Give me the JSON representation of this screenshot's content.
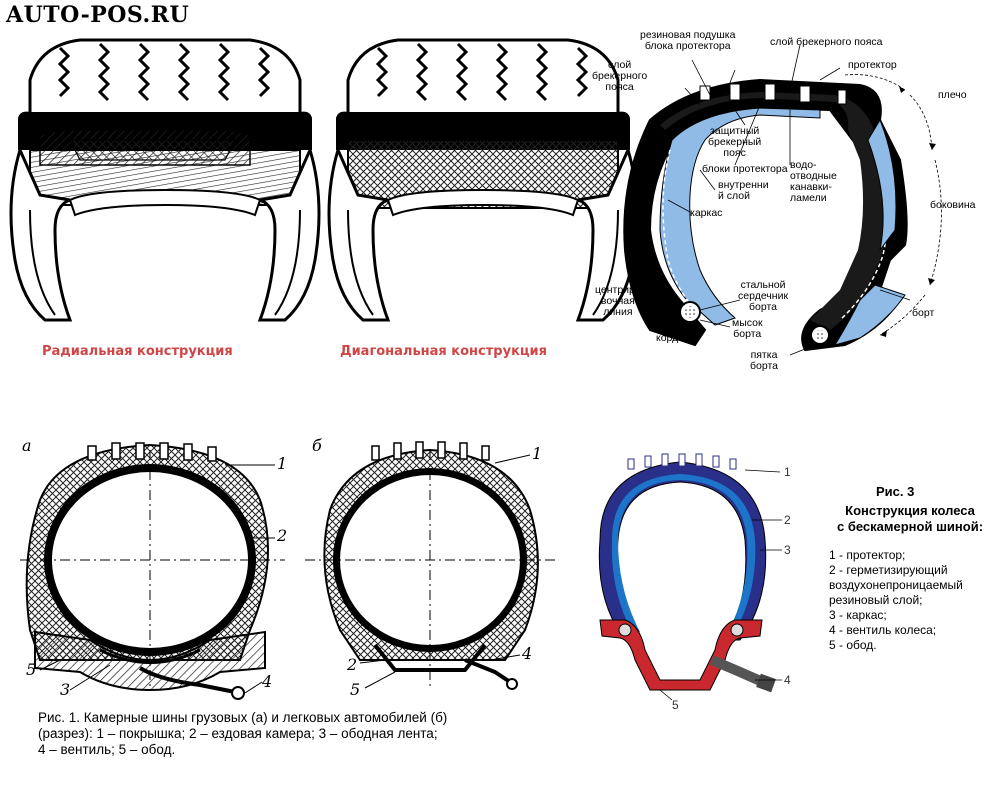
{
  "site": {
    "logo": "AUTO-POS.RU"
  },
  "top_left": {
    "radial_caption": "Радиальная конструкция",
    "diagonal_caption": "Диагональная конструкция"
  },
  "section_diagram": {
    "labels": {
      "rubber_cushion": "резиновая подушка\nблока протектора",
      "breaker_layer_top": "слой брекерного пояса",
      "breaker_layer_left": "слой\nбрекерного\nпояса",
      "tread": "протектор",
      "shoulder": "плечо",
      "protective_breaker": "защитный\nбрекерный\nпояс",
      "tread_blocks": "блоки протектора",
      "drain_grooves": "водо-\nотводные\nканавки-\nламели",
      "inner_layer": "внутренни\nй слой",
      "carcass": "каркас",
      "sidewall": "боковина",
      "centering_line": "центриро\nвочная\nлиния",
      "steel_core": "стальной\nсердечник\nборта",
      "bead_toe": "мысок\nборта",
      "cord": "корд",
      "bead": "борт",
      "bead_heel": "пятка\nборта"
    }
  },
  "fig1": {
    "marker_a": "а",
    "marker_b": "б",
    "numbers_a": [
      "1",
      "2",
      "3",
      "4",
      "5"
    ],
    "numbers_b": [
      "1",
      "2",
      "4",
      "5"
    ],
    "caption": "Рис. 1. Камерные шины грузовых (а) и легковых автомобилей (б)\n(разрез): 1 – покрышка; 2 – ездовая камера; 3 – ободная лента;\n4 – вентиль; 5 – обод."
  },
  "fig3": {
    "numbers": [
      "1",
      "2",
      "3",
      "4",
      "5"
    ],
    "title": "Рис. 3",
    "subtitle": "Конструкция колеса\nс бескамерной шиной:",
    "legend": [
      "1 - протектор;",
      "2 - герметизирующий",
      "воздухонепроницаемый",
      "резиновый слой;",
      "3 - каркас;",
      "4 - вентиль колеса;",
      "5 - обод."
    ]
  },
  "colors": {
    "caption_red": "#d04545",
    "sky_blue": "#8fbbe6",
    "navy": "#2a2f8a",
    "rim_red": "#c8282e"
  }
}
